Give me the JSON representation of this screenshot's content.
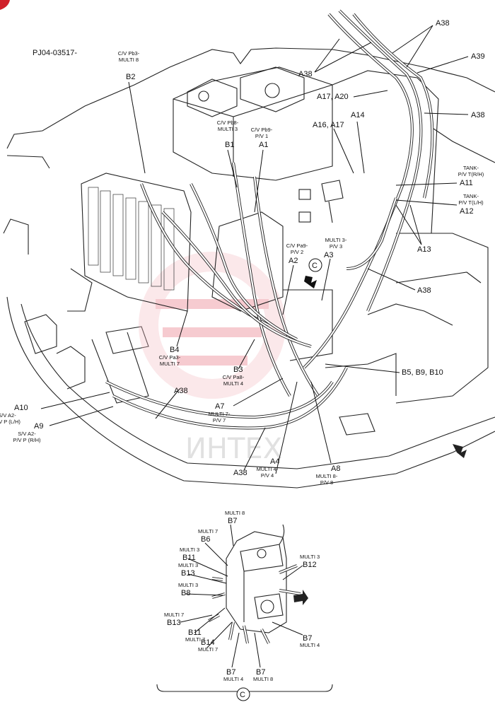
{
  "diagram": {
    "code": "PJ04-03517-",
    "watermark": "ИНТЕХ",
    "main_labels": [
      {
        "id": "B2",
        "text": "B2",
        "sub": [
          "C/V Pb3-",
          "MULTI 8"
        ]
      },
      {
        "id": "B1",
        "text": "B1",
        "sub": [
          "C/V Pb8-",
          "MULTI 3"
        ]
      },
      {
        "id": "A1",
        "text": "A1",
        "sub": [
          "C/V Pb9-",
          "P/V 1"
        ]
      },
      {
        "id": "A38a",
        "text": "A38",
        "sub": []
      },
      {
        "id": "A38b",
        "text": "A38",
        "sub": []
      },
      {
        "id": "A39",
        "text": "A39",
        "sub": []
      },
      {
        "id": "A1720",
        "text": "A17, A20",
        "sub": []
      },
      {
        "id": "A38c",
        "text": "A38",
        "sub": []
      },
      {
        "id": "A14",
        "text": "A14",
        "sub": []
      },
      {
        "id": "A1617",
        "text": "A16, A17",
        "sub": []
      },
      {
        "id": "A11",
        "text": "A11",
        "sub": [
          "TANK-",
          "P/V T(R/H)"
        ]
      },
      {
        "id": "A12",
        "text": "A12",
        "sub": [
          "TANK-",
          "P/V T(L/H)"
        ]
      },
      {
        "id": "A13",
        "text": "A13",
        "sub": []
      },
      {
        "id": "A3",
        "text": "A3",
        "sub": [
          "MULTI 3-",
          "P/V 3"
        ]
      },
      {
        "id": "A2",
        "text": "A2",
        "sub": [
          "C/V Pa9-",
          "P/V 2"
        ]
      },
      {
        "id": "A38d",
        "text": "A38",
        "sub": []
      },
      {
        "id": "B4",
        "text": "B4",
        "sub": [
          "C/V Pa3-",
          "MULTI 7"
        ]
      },
      {
        "id": "B3",
        "text": "B3",
        "sub": [
          "C/V Pa8-",
          "MULTI 4"
        ]
      },
      {
        "id": "B5910",
        "text": "B5, B9, B10",
        "sub": []
      },
      {
        "id": "A38e",
        "text": "A38",
        "sub": []
      },
      {
        "id": "A7",
        "text": "A7",
        "sub": [
          "MULTI 7-",
          "P/V 7"
        ]
      },
      {
        "id": "A10",
        "text": "A10",
        "sub": [
          "S/V A2-",
          "P/V P (L/H)"
        ]
      },
      {
        "id": "A9",
        "text": "A9",
        "sub": [
          "S/V A2-",
          "P/V P (R/H)"
        ]
      },
      {
        "id": "A38f",
        "text": "A38",
        "sub": []
      },
      {
        "id": "A4",
        "text": "A4",
        "sub": [
          "MULTI 4-",
          "P/V 4"
        ]
      },
      {
        "id": "A8",
        "text": "A8",
        "sub": [
          "MULTI 8-",
          "P/V 8"
        ]
      }
    ],
    "detail_labels": [
      {
        "id": "dB7a",
        "text": "B7",
        "sub_above": "MULTI 8"
      },
      {
        "id": "dB6",
        "text": "B6",
        "sub_above": "MULTI 7"
      },
      {
        "id": "dB11a",
        "text": "B11",
        "sub_above": "MULTI 3"
      },
      {
        "id": "dB13a",
        "text": "B13",
        "sub_above": "MULTI 3"
      },
      {
        "id": "dB8",
        "text": "B8",
        "sub_above": "MULTI 3"
      },
      {
        "id": "dB12",
        "text": "B12",
        "sub_above": "MULTI 3"
      },
      {
        "id": "dB13b",
        "text": "B13",
        "sub_above": "MULTI 7"
      },
      {
        "id": "dB11b",
        "text": "B11",
        "sub_below": "MULTI 7"
      },
      {
        "id": "dB14",
        "text": "B14",
        "sub_below": "MULTI 7"
      },
      {
        "id": "dB7b",
        "text": "B7",
        "sub_below": "MULTI 4"
      },
      {
        "id": "dB7c",
        "text": "B7",
        "sub_below": "MULTI 8"
      },
      {
        "id": "dB7d",
        "text": "B7",
        "sub_below": "MULTI 4"
      }
    ],
    "detail_marker": "C"
  }
}
